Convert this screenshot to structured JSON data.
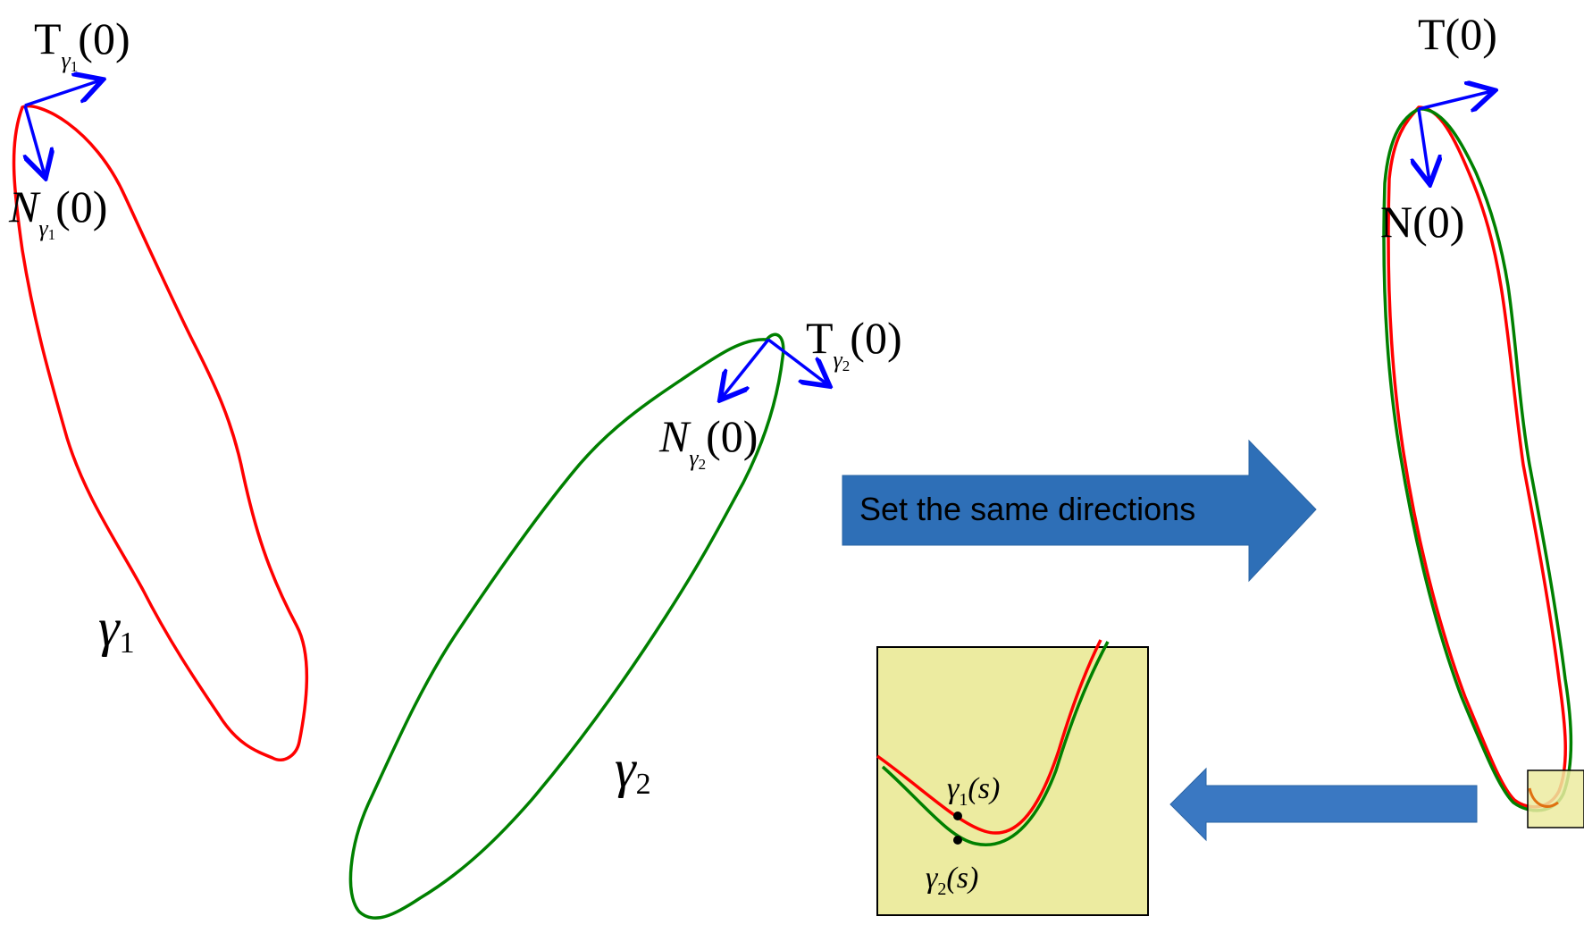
{
  "colors": {
    "curve1": "#ff0000",
    "curve2": "#008000",
    "vector": "#0000ff",
    "arrow_fill": "#2e6fb7",
    "zoom_fill": "#eceba0",
    "point": "#000000"
  },
  "curve1": {
    "tangent": {
      "base": "T",
      "sub": "γ",
      "subsub": "1",
      "arg": "(0)"
    },
    "normal": {
      "base": "N",
      "sub": "γ",
      "subsub": "1",
      "arg": "(0)"
    },
    "name": {
      "base": "γ",
      "sub": "1"
    }
  },
  "curve2": {
    "tangent": {
      "base": "T",
      "sub": "γ",
      "subsub": "2",
      "arg": "(0)"
    },
    "normal": {
      "base": "N",
      "sub": "γ",
      "subsub": "2",
      "arg": "(0)"
    },
    "name": {
      "base": "γ",
      "sub": "2"
    }
  },
  "aligned": {
    "tangent": "T(0)",
    "normal": "N(0)"
  },
  "process_arrow": {
    "label": "Set the same directions"
  },
  "zoom": {
    "point1": {
      "base": "γ",
      "sub": "1",
      "arg": "(s)"
    },
    "point2": {
      "base": "γ",
      "sub": "2",
      "arg": "(s)"
    }
  }
}
